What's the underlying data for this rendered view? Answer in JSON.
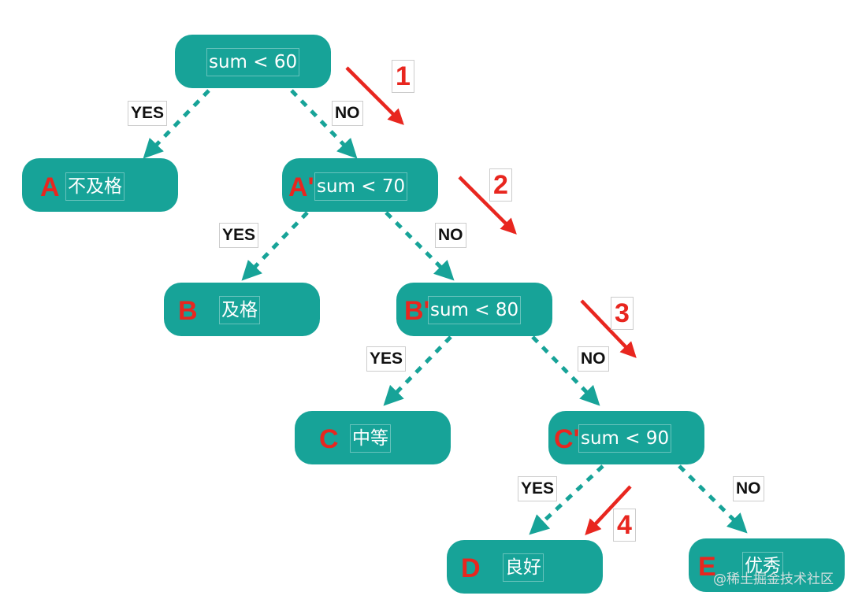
{
  "nodes": {
    "root": {
      "label": "sum < 60"
    },
    "a": {
      "letter": "A",
      "label": "不及格"
    },
    "a_prime": {
      "letter": "A'",
      "label": "sum < 70"
    },
    "b": {
      "letter": "B",
      "label": "及格"
    },
    "b_prime": {
      "letter": "B'",
      "label": "sum < 80"
    },
    "c": {
      "letter": "C",
      "label": "中等"
    },
    "c_prime": {
      "letter": "C'",
      "label": "sum < 90"
    },
    "d": {
      "letter": "D",
      "label": "良好"
    },
    "e": {
      "letter": "E",
      "label": "优秀"
    }
  },
  "edges": {
    "yes": "YES",
    "no": "NO"
  },
  "steps": [
    "1",
    "2",
    "3",
    "4"
  ],
  "watermark": "@稀土掘金技术社区",
  "colors": {
    "node_fill": "#17a398",
    "accent_red": "#e8261f",
    "label_text": "#ffffff"
  }
}
